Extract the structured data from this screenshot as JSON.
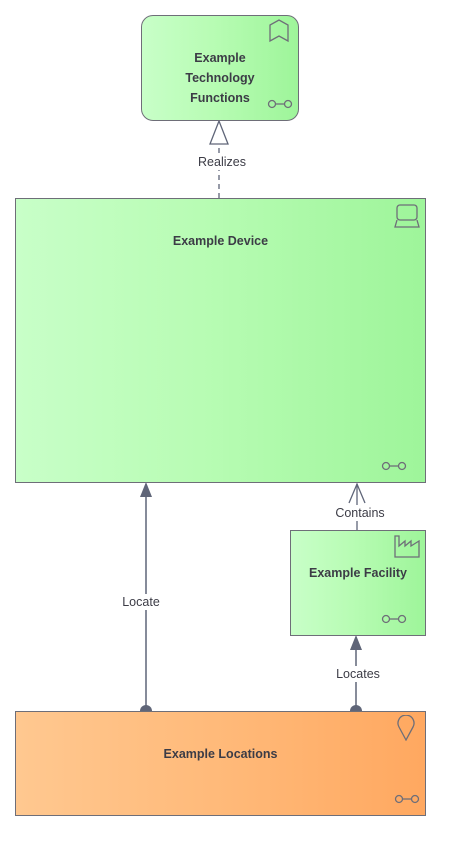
{
  "nodes": {
    "technology_functions": {
      "title": "Example Technology Functions",
      "icon": "technology-function-icon"
    },
    "device": {
      "title": "Example Device",
      "icon": "device-icon"
    },
    "facility": {
      "title": "Example Facility",
      "icon": "facility-icon"
    },
    "locations": {
      "title": "Example Locations",
      "icon": "location-icon"
    }
  },
  "connectors": {
    "realizes": "Realizes",
    "contains": "Contains",
    "locate": "Locate",
    "locates": "Locates"
  },
  "colors": {
    "technology_fill": "#b8fcb4",
    "location_fill": "#ffb877",
    "line": "#6e6e78",
    "connector": "#5f6578"
  }
}
